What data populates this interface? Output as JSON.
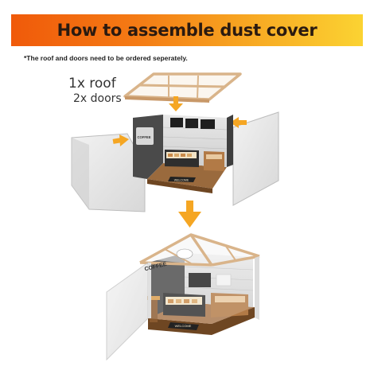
{
  "banner": {
    "title": "How to assemble dust cover"
  },
  "note": "*The roof and doors need to be ordered seperately.",
  "parts": {
    "roof": "1x roof",
    "doors": "2x doors"
  },
  "signs": {
    "top_sign": "COFFEE",
    "bottom_sign": "COFFEE",
    "floor_sign": "WELCOME"
  },
  "colors": {
    "banner_start": "#f05a0a",
    "banner_end": "#fbd332",
    "arrow": "#f5a623",
    "wood": "#e9c9a0",
    "glass": "#e6e6e6"
  },
  "icons": [
    "arrow-down-icon",
    "arrow-right-icon",
    "arrow-left-icon"
  ]
}
